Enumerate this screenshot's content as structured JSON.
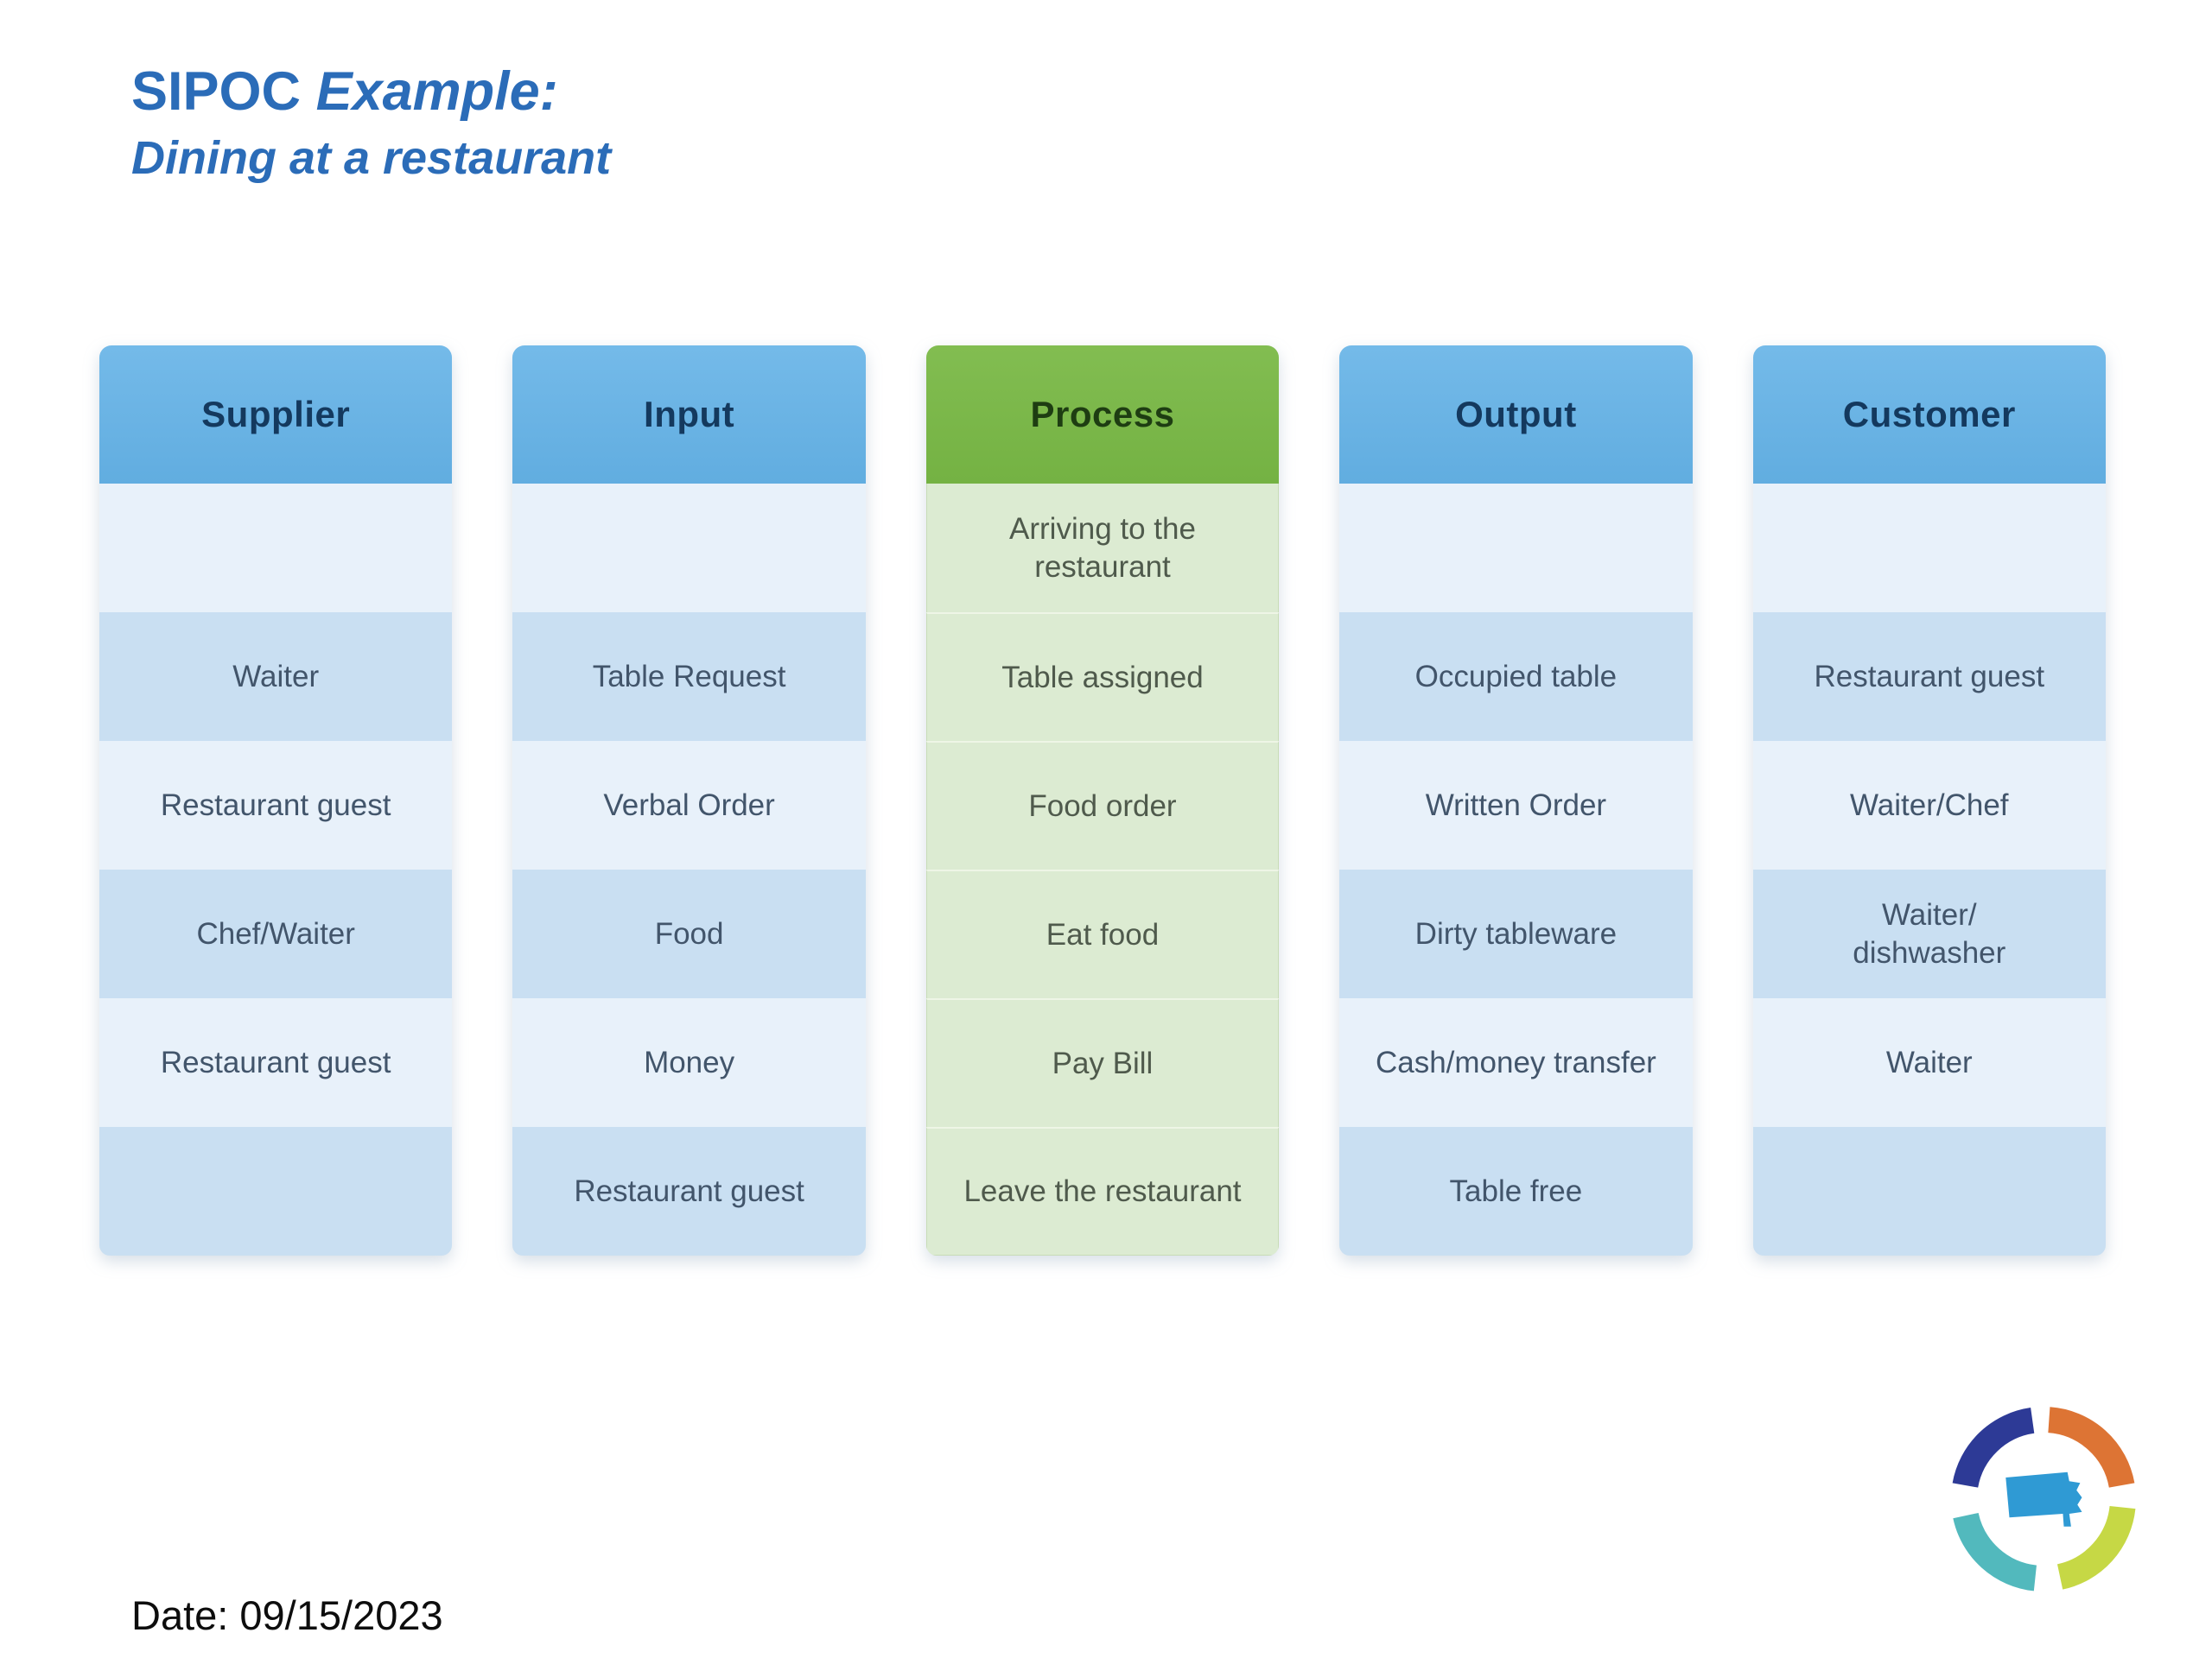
{
  "title": {
    "product": "SIPOC",
    "qualifier": "Example:",
    "subtitle": "Dining at a restaurant"
  },
  "table": {
    "columns": [
      {
        "header": "Supplier",
        "style": "blue",
        "cells": [
          "",
          "Waiter",
          "Restaurant guest",
          "Chef/Waiter",
          "Restaurant guest",
          ""
        ]
      },
      {
        "header": "Input",
        "style": "blue",
        "cells": [
          "",
          "Table Request",
          "Verbal Order",
          "Food",
          "Money",
          "Restaurant guest"
        ]
      },
      {
        "header": "Process",
        "style": "green",
        "cells": [
          "Arriving to the\nrestaurant",
          "Table assigned",
          "Food order",
          "Eat food",
          "Pay Bill",
          "Leave the restaurant"
        ]
      },
      {
        "header": "Output",
        "style": "blue",
        "cells": [
          "",
          "Occupied table",
          "Written Order",
          "Dirty tableware",
          "Cash/money transfer",
          "Table free"
        ]
      },
      {
        "header": "Customer",
        "style": "blue",
        "cells": [
          "",
          "Restaurant guest",
          "Waiter/Chef",
          "Waiter/\ndishwasher",
          "Waiter",
          ""
        ]
      }
    ]
  },
  "footer": {
    "date": "Date: 09/15/2023"
  },
  "colors": {
    "title-color": "#2b6cb8",
    "hdr-blue": "#61ade0",
    "hdr-blue-hi": "#74bae9",
    "hdr-blue-text": "#14395e",
    "hdr-green": "#74b243",
    "hdr-green-hi": "#82bd51",
    "hdr-green-text": "#1e3d12",
    "row-light": "#e8f1fa",
    "row-dark": "#c9dff2",
    "green-cell": "#dcebd2",
    "green-line": "#c8dcb6",
    "green-sep": "#eef5e6",
    "cell-blue-text": "#42556b",
    "cell-green-text": "#4f5a4c",
    "logo-navy": "#2d3a96",
    "logo-orange": "#dd7434",
    "logo-lime": "#c6d845",
    "logo-teal": "#52b9bd",
    "logo-state-blue": "#2f9ad4"
  }
}
